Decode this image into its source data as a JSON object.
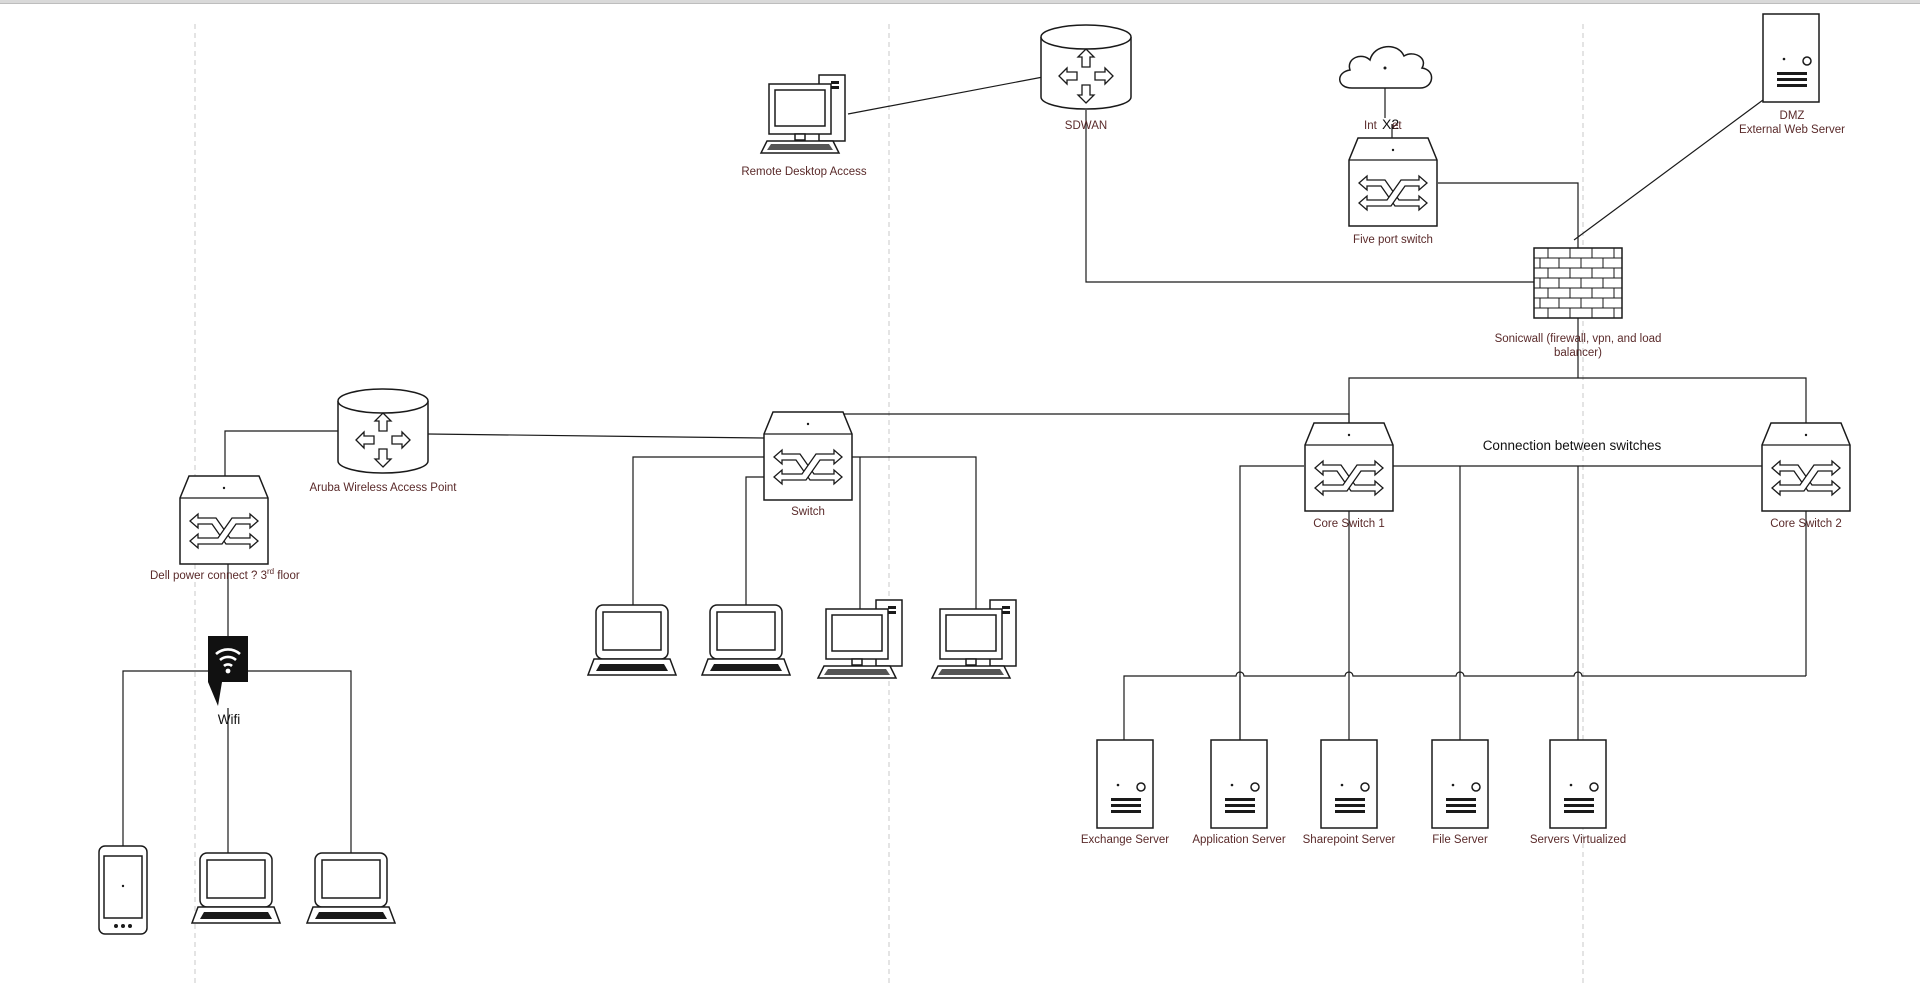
{
  "labels": {
    "remote_desktop": "Remote Desktop Access",
    "sdwan": "SDWAN",
    "internet_a": "Int",
    "internet_b": "X2",
    "internet_c": "et",
    "dmz_title": "DMZ",
    "dmz_sub": "External Web Server",
    "five_port": "Five port switch",
    "sonicwall_1": "Sonicwall (firewall, vpn, and load",
    "sonicwall_2": "balancer)",
    "aruba": "Aruba Wireless Access Point",
    "switch": "Switch",
    "dell_main": "Dell power connect ? 3",
    "dell_sup": "rd",
    "dell_end": " floor",
    "wifi": "Wifi",
    "core1": "Core Switch 1",
    "core2": "Core Switch 2",
    "between": "Connection between switches",
    "exchange": "Exchange Server",
    "application": "Application Server",
    "sharepoint": "Sharepoint Server",
    "file": "File Server",
    "virtualized": "Servers Virtualized"
  },
  "icons": {
    "switch": "network-switch-icon",
    "router": "router-cylinder-icon",
    "server": "tower-server-icon",
    "firewall": "brick-firewall-icon",
    "cloud": "cloud-icon",
    "laptop": "laptop-icon",
    "desktop": "desktop-computer-icon",
    "phone": "smartphone-icon",
    "wifi": "wifi-callout-icon"
  },
  "colors": {
    "label": "#5a2a2a",
    "line": "#1a1a1a",
    "guide": "#c8c8c8"
  }
}
